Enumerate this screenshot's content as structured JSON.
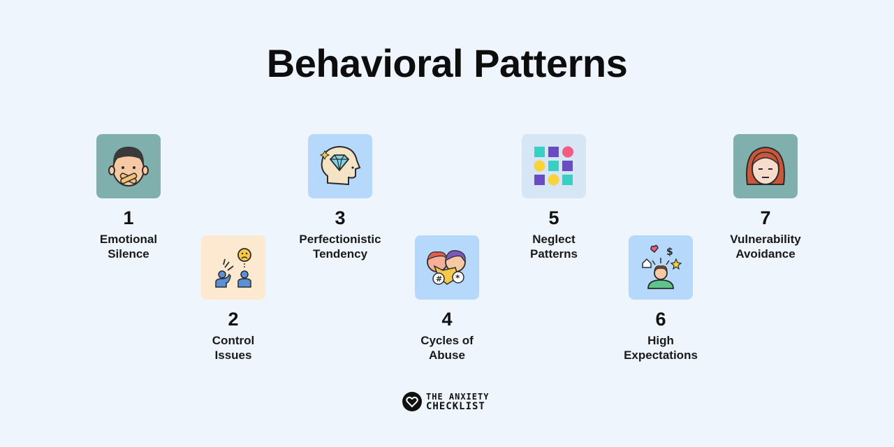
{
  "title": "Behavioral Patterns",
  "items": [
    {
      "number": "1",
      "line1": "Emotional",
      "line2": "Silence",
      "icon": "silenced-face-icon",
      "tile_color": "#7fb0ad"
    },
    {
      "number": "2",
      "line1": "Control",
      "line2": "Issues",
      "icon": "arguing-people-icon",
      "tile_color": "#fde9cf"
    },
    {
      "number": "3",
      "line1": "Perfectionistic",
      "line2": "Tendency",
      "icon": "diamond-head-icon",
      "tile_color": "#b6d9fb"
    },
    {
      "number": "4",
      "line1": "Cycles of",
      "line2": "Abuse",
      "icon": "angry-faces-icon",
      "tile_color": "#b6d9fb"
    },
    {
      "number": "5",
      "line1": "Neglect",
      "line2": "Patterns",
      "icon": "color-grid-icon",
      "tile_color": "#d6e6f4"
    },
    {
      "number": "6",
      "line1": "High",
      "line2": "Expectations",
      "icon": "stressed-person-icon",
      "tile_color": "#b6d9fb"
    },
    {
      "number": "7",
      "line1": "Vulnerability",
      "line2": "Avoidance",
      "icon": "sad-woman-icon",
      "tile_color": "#7fb0ad"
    }
  ],
  "footer": {
    "line1": "THE ANXIETY",
    "line2": "CHECKLIST",
    "icon": "heart-logo-icon"
  }
}
